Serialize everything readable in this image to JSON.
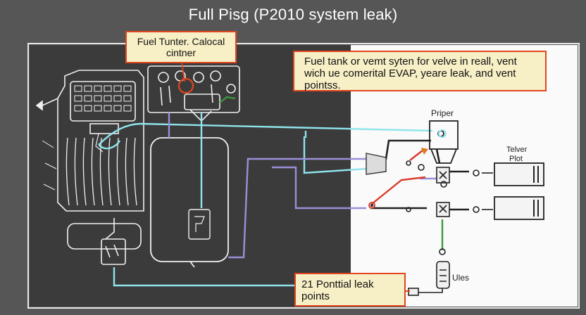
{
  "title": "Full Pisg (P2010 system leak)",
  "callouts": {
    "top": "Fuel Tunter. Calocal cintner",
    "right": "Fuel tank or vemt syten for velve in reall, vent wich ue comerital EVAP, yeare leak, and vent pointss.",
    "bottom": "21 Ponttial leak points"
  },
  "labels": {
    "priper": "Priper",
    "telver": "Telver",
    "plot": "Plot",
    "ules": "Ules"
  },
  "colors": {
    "background": "#565656",
    "dark_panel": "#3b3b3b",
    "light_panel": "#fafafa",
    "line_cyan": "#8fe4ec",
    "line_purple": "#9b8fd8",
    "line_red": "#d83a2a",
    "line_green": "#3a9a3a",
    "line_black": "#222222",
    "callout_fill": "#f7efc6",
    "callout_border": "#e2451f"
  }
}
